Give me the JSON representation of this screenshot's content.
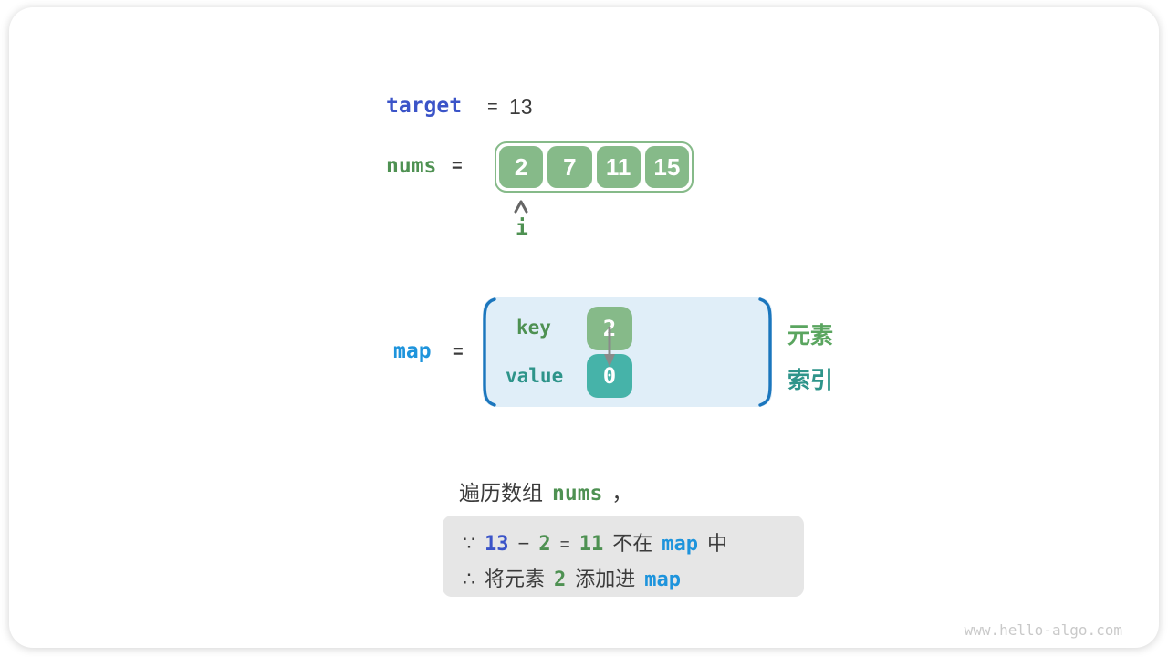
{
  "colors": {
    "royal_blue": "#3b54c8",
    "cyan_blue": "#1e94dc",
    "green_text": "#4e9152",
    "green_light_text": "#5aa55f",
    "teal_text": "#2e948a",
    "green_box": "#86ba89",
    "teal_box": "#46b3a9",
    "map_fill": "#e0eef8",
    "bracket_blue": "#1b76bd",
    "note_bg": "#e6e6e6",
    "dark": "#3b3b3b",
    "arrow_gray": "#8a8a8a"
  },
  "target_row": {
    "label": "target",
    "equals": "=",
    "value": "13"
  },
  "nums_row": {
    "label": "nums",
    "equals": "=",
    "cells": [
      "2",
      "7",
      "11",
      "15"
    ],
    "pointer_label": "i"
  },
  "map_row": {
    "label": "map",
    "equals": "=",
    "key_label": "key",
    "key_value": "2",
    "value_label": "value",
    "value_value": "0",
    "element_label": "元素",
    "index_label": "索引"
  },
  "caption": {
    "prefix": "遍历数组",
    "code": "nums",
    "comma": "，"
  },
  "note": {
    "line1": {
      "because": "∵",
      "minuend": "13",
      "minus": "−",
      "subtrahend": "2",
      "equals": "=",
      "difference": "11",
      "not_in": "不在",
      "map": "map",
      "suffix": "中"
    },
    "line2": {
      "therefore": "∴",
      "prefix": "将元素",
      "value": "2",
      "action": "添加进",
      "map": "map"
    }
  },
  "watermark": "www.hello-algo.com"
}
